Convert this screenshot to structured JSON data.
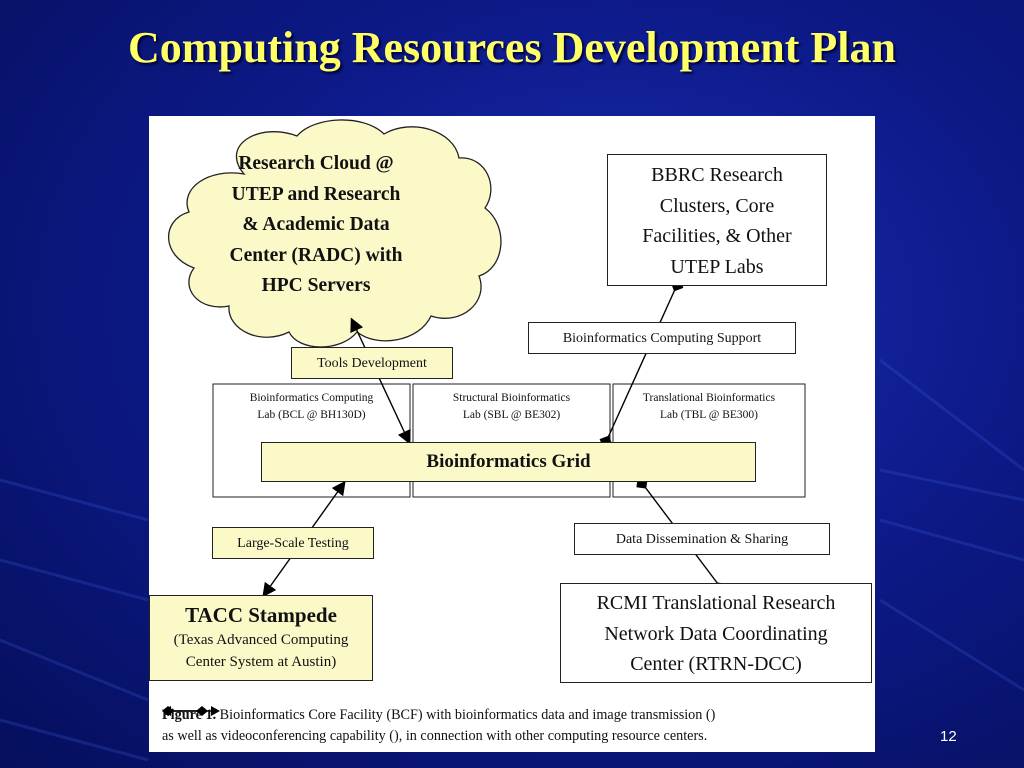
{
  "slide": {
    "title": "Computing Resources Development Plan",
    "number": "12"
  },
  "diagram": {
    "cloud": {
      "lines": [
        "Research Cloud @",
        "UTEP and Research",
        "& Academic Data",
        "Center (RADC) with",
        "HPC Servers"
      ]
    },
    "bbrc": {
      "lines": [
        "BBRC Research",
        "Clusters, Core",
        "Facilities, & Other",
        "UTEP Labs"
      ]
    },
    "labels": {
      "tools_development": "Tools Development",
      "computing_support": "Bioinformatics Computing Support",
      "large_scale_testing": "Large-Scale Testing",
      "data_dissemination": "Data Dissemination & Sharing"
    },
    "labs": [
      {
        "line1": "Bioinformatics Computing",
        "line2": "Lab (BCL @ BH130D)"
      },
      {
        "line1": "Structural Bioinformatics",
        "line2": "Lab (SBL @ BE302)"
      },
      {
        "line1": "Translational Bioinformatics",
        "line2": "Lab (TBL @ BE300)"
      }
    ],
    "grid": "Bioinformatics Grid",
    "tacc": {
      "title": "TACC Stampede",
      "sub1": "(Texas Advanced Computing",
      "sub2": "Center System at Austin)"
    },
    "rcmi": {
      "lines": [
        "RCMI Translational Research",
        "Network Data Coordinating",
        "Center (RTRN-DCC)"
      ]
    },
    "caption": {
      "label": "Figure 1.",
      "part1": " Bioinformatics Core Facility (BCF) with bioinformatics data and image transmission (",
      "part2": ")",
      "part3": "as well as videoconferencing capability (",
      "part4": "), in connection with other computing resource centers."
    }
  },
  "colors": {
    "background": "#0d1a8a",
    "title": "#ffff66",
    "box_fill_yellow": "#fcf9c9"
  }
}
